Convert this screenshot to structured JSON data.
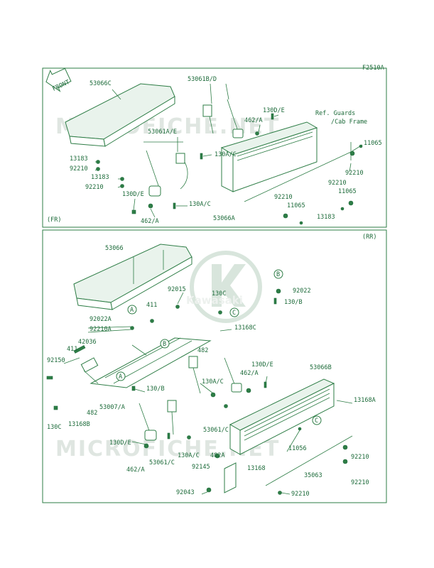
{
  "figure_id": "F2510A",
  "front_arrow": "FRONT",
  "sections": {
    "fr": "(FR)",
    "rr": "(RR)"
  },
  "watermarks": {
    "top": "MICROFICHE.NET",
    "bottom": "MICROFICHE.NET",
    "logo": "Kawasaki"
  },
  "reference_note": {
    "line1": "Ref. Guards",
    "line2": "/Cab Frame"
  },
  "callouts": {
    "a": "A",
    "b": "B",
    "c": "C"
  },
  "labels_top": [
    "53066C",
    "53061B/D",
    "462/A",
    "130D/E",
    "53061A/E",
    "130A/C",
    "13183",
    "92210",
    "13183",
    "92210",
    "130D/E",
    "462/A",
    "130A/C",
    "53066A",
    "92210",
    "92210",
    "11065",
    "11065",
    "11065",
    "92210",
    "13183"
  ],
  "labels_bottom": [
    "53066",
    "92015",
    "130C",
    "92022",
    "130/B",
    "411",
    "92022A",
    "92210A",
    "13168C",
    "482",
    "411",
    "42036",
    "92150",
    "130/B",
    "53007/A",
    "482",
    "130C",
    "13168B",
    "130A/C",
    "462/A",
    "130D/E",
    "53066B",
    "13168A",
    "53061/C",
    "130D/E",
    "462/A",
    "53061/C",
    "130A/C",
    "482A",
    "92145",
    "13168",
    "11056",
    "92210",
    "35063",
    "92210",
    "92043",
    "92210"
  ]
}
